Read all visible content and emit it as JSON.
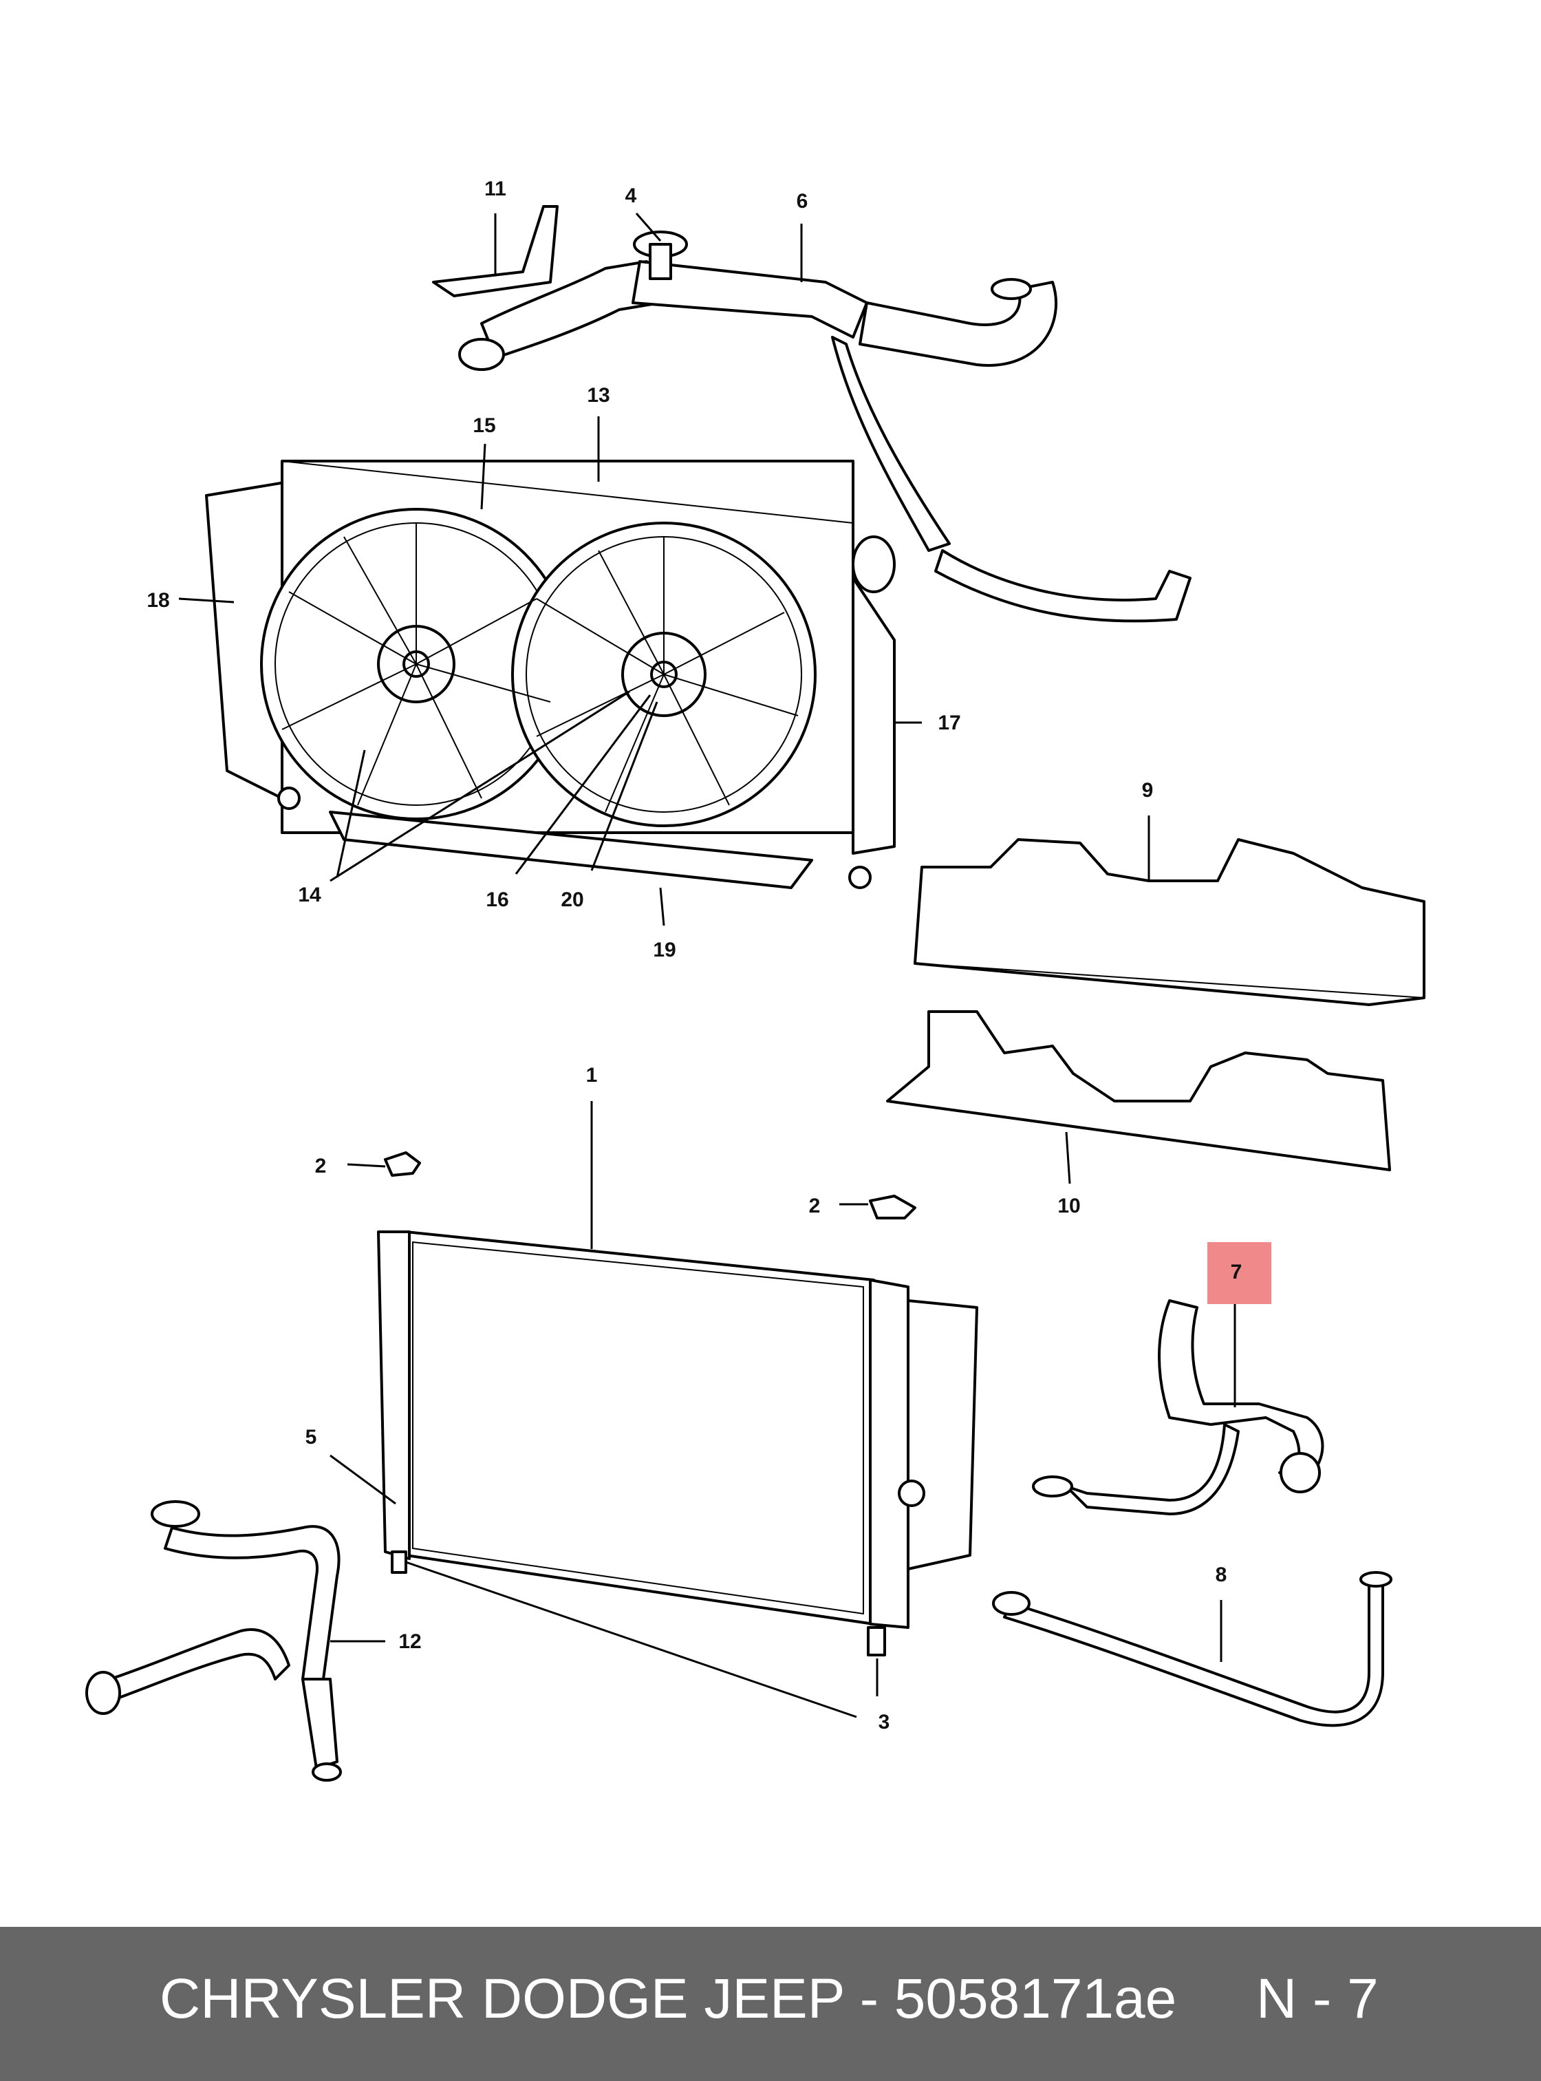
{
  "diagram": {
    "callouts": [
      "11",
      "4",
      "6",
      "13",
      "15",
      "18",
      "17",
      "14",
      "16",
      "20",
      "19",
      "9",
      "10",
      "1",
      "2",
      "2",
      "7",
      "5",
      "12",
      "3",
      "8"
    ],
    "highlighted_callout": "7",
    "highlight_color": "#f08a8a"
  },
  "footer": {
    "title": "CHRYSLER DODGE JEEP - 5058171ae",
    "code": "N - 7"
  }
}
